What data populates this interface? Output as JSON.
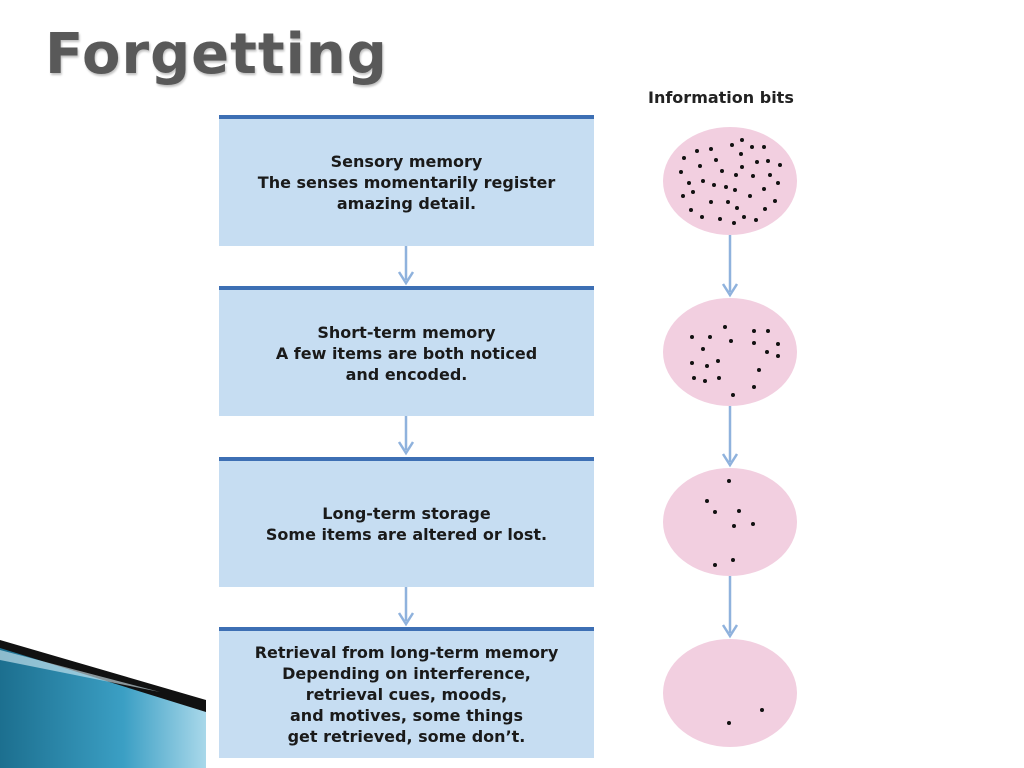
{
  "title": "Forgetting",
  "info_label": "Information bits",
  "stages": [
    {
      "heading": "Sensory memory",
      "lines": [
        "The senses momentarily register",
        "amazing detail."
      ]
    },
    {
      "heading": "Short-term memory",
      "lines": [
        "A few items are both noticed",
        "and encoded."
      ]
    },
    {
      "heading": "Long-term storage",
      "lines": [
        "Some items are altered or lost."
      ]
    },
    {
      "heading": "Retrieval from long-term memory",
      "lines": [
        "Depending on interference,",
        "retrieval cues, moods,",
        "and motives, some things",
        "get retrieved, some don’t."
      ]
    }
  ],
  "colors": {
    "box_fill": "#c6ddf2",
    "box_border": "#3d6fb4",
    "arrow": "#8fb2dd",
    "circle_fill": "#f2cfe0",
    "dot": "#111111"
  }
}
